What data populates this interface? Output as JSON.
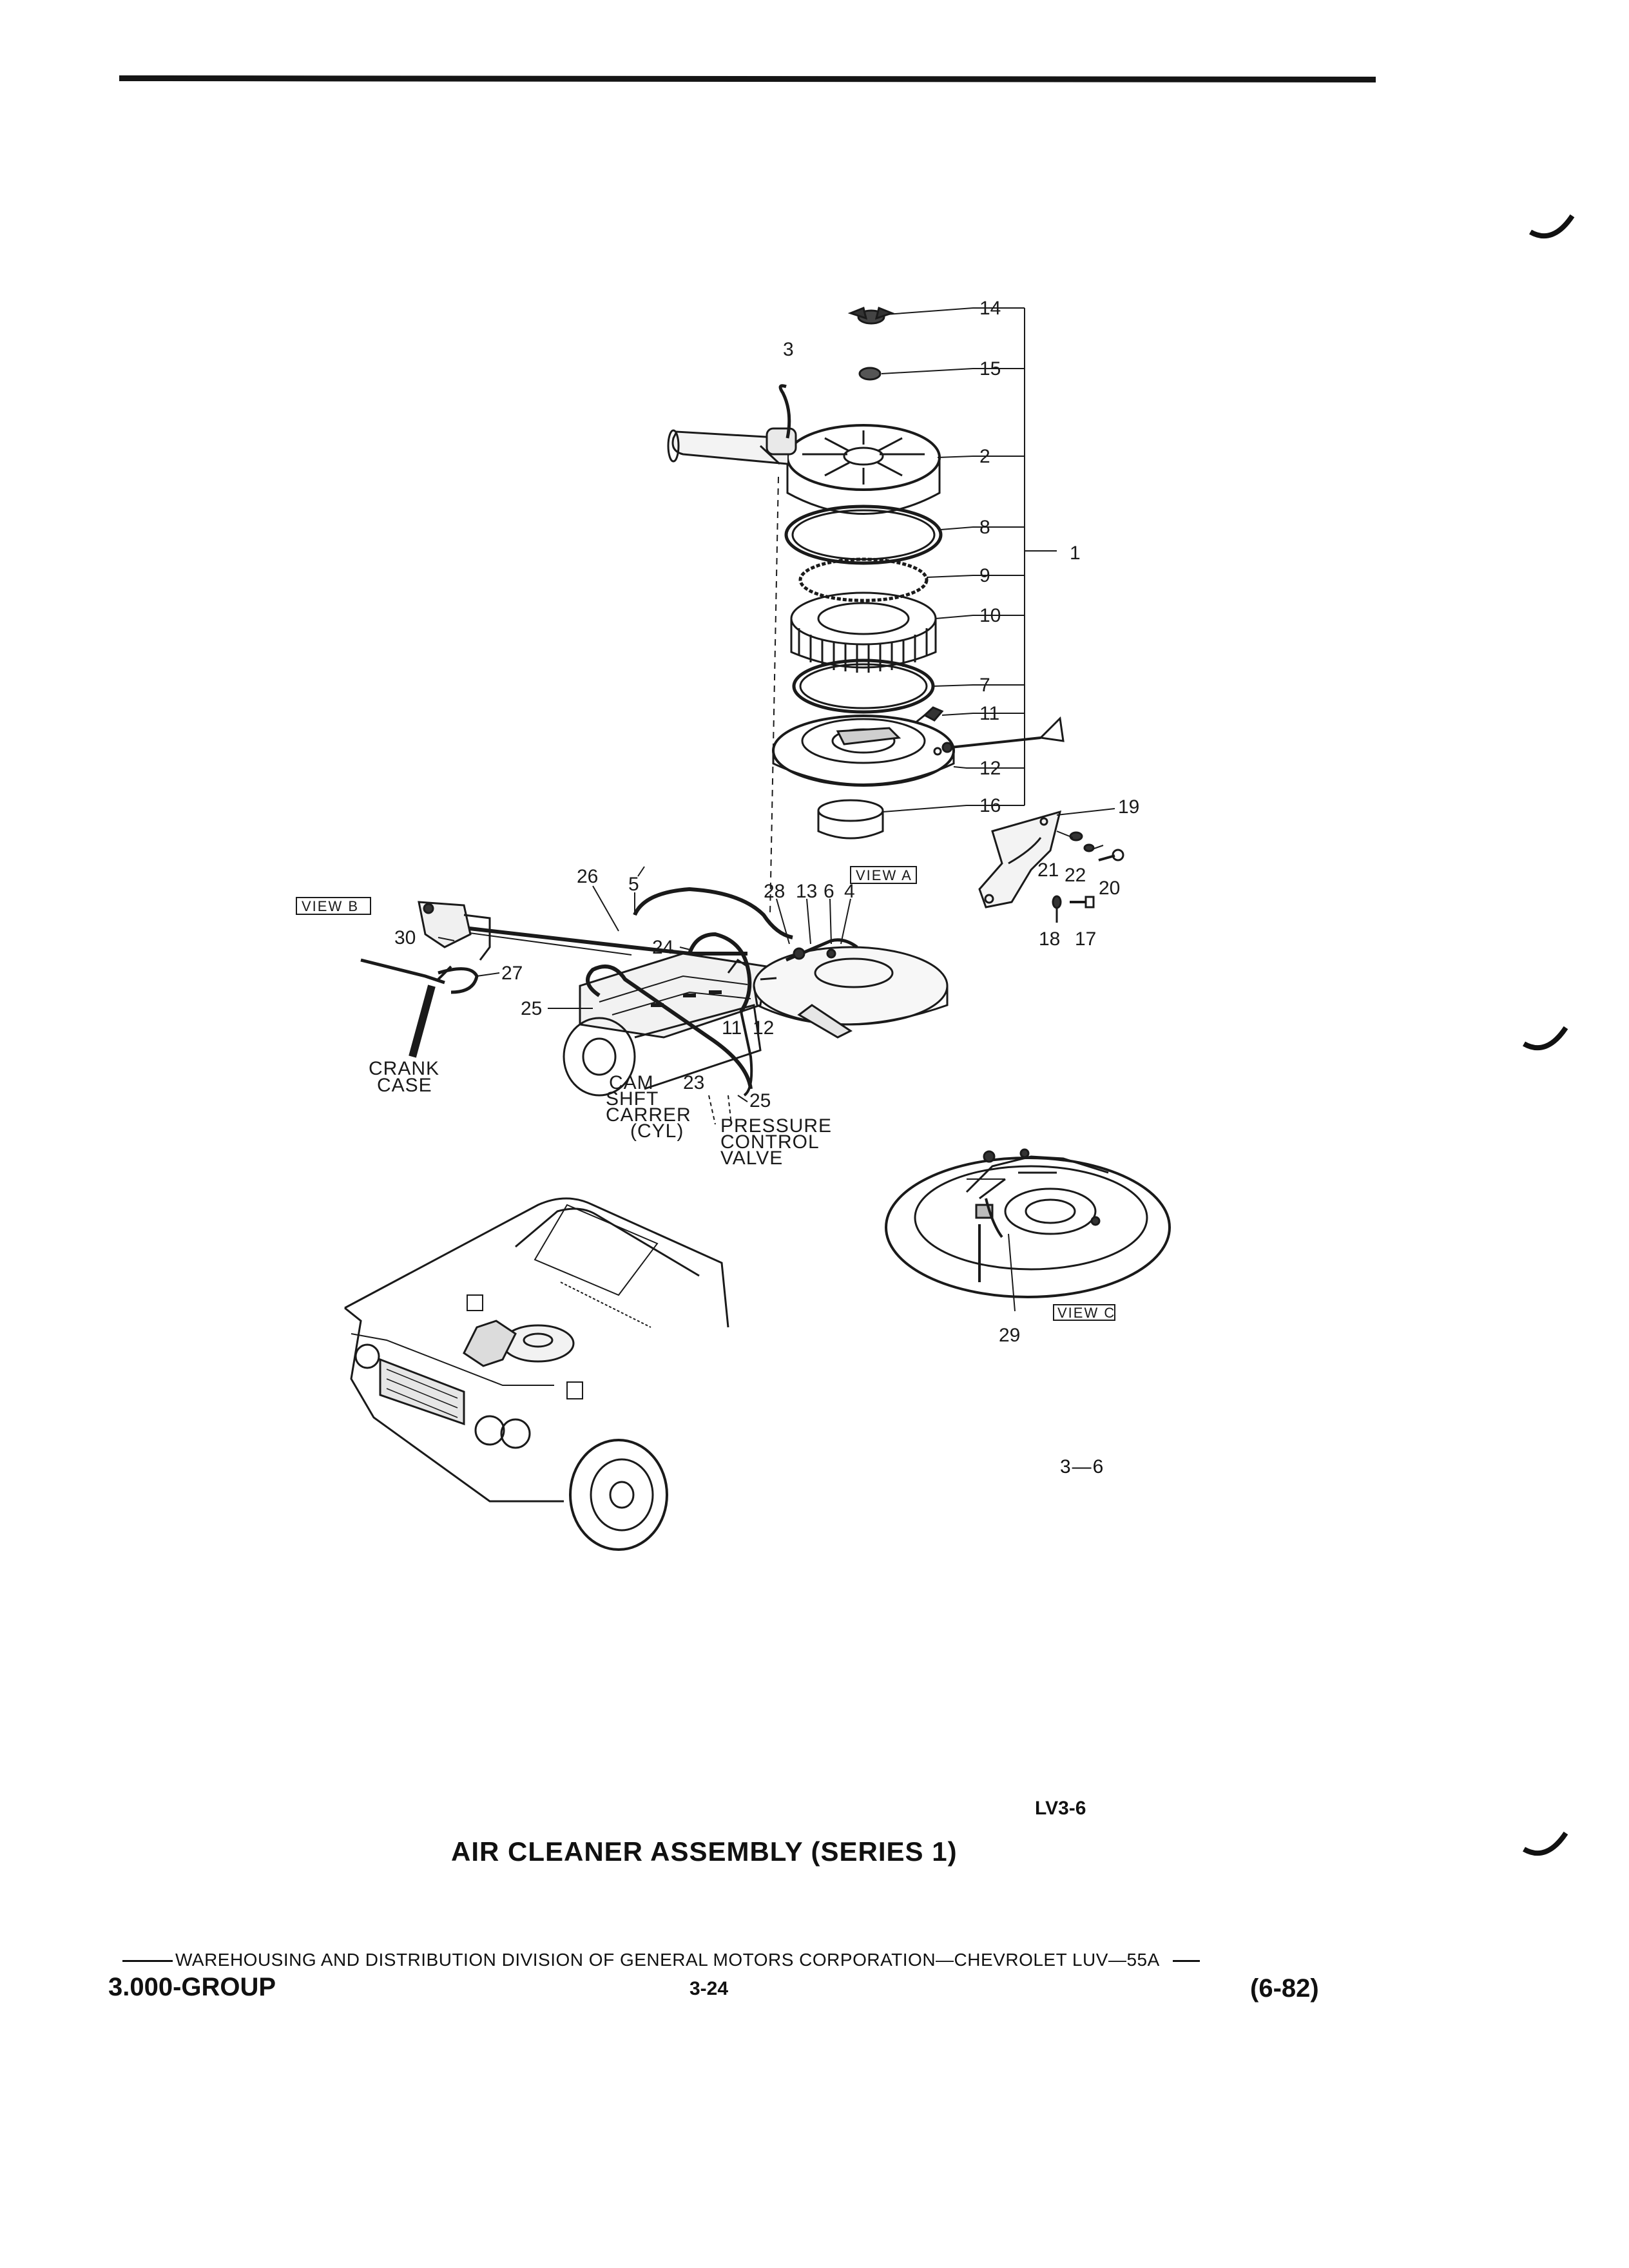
{
  "callouts": {
    "c1": "1",
    "c2": "2",
    "c3": "3",
    "c4": "4",
    "c5": "5",
    "c6": "6",
    "c7": "7",
    "c8": "8",
    "c9": "9",
    "c10": "10",
    "c11": "11",
    "c12": "12",
    "c13": "13",
    "c14": "14",
    "c15": "15",
    "c16": "16",
    "c17": "17",
    "c18": "18",
    "c19": "19",
    "c20": "20",
    "c21": "21",
    "c22": "22",
    "c23": "23",
    "c24": "24",
    "c25": "25",
    "c26": "26",
    "c27": "27",
    "c28": "28",
    "c29": "29",
    "c30": "30",
    "c11b": "11",
    "c12b": "12",
    "c25b": "25"
  },
  "views": {
    "a": "VIEW A",
    "b": "VIEW B",
    "c": "VIEW C"
  },
  "labels": {
    "crank_case_1": "CRANK",
    "crank_case_2": "CASE",
    "cam_1": "CAM",
    "cam_2": "SHFT",
    "cam_3": "CARRER",
    "cam_4": "(CYL)",
    "pcv_1": "PRESSURE",
    "pcv_2": "CONTROL",
    "pcv_3": "VALVE"
  },
  "figure_number": "3—6",
  "lv_code": "LV3-6",
  "caption": "AIR CLEANER ASSEMBLY (SERIES 1)",
  "footer": {
    "line": "WAREHOUSING AND DISTRIBUTION  DIVISION OF GENERAL MOTORS CORPORATION—CHEVROLET LUV—55A",
    "group": "3.000-GROUP",
    "page": "3-24",
    "date": "(6-82)"
  }
}
